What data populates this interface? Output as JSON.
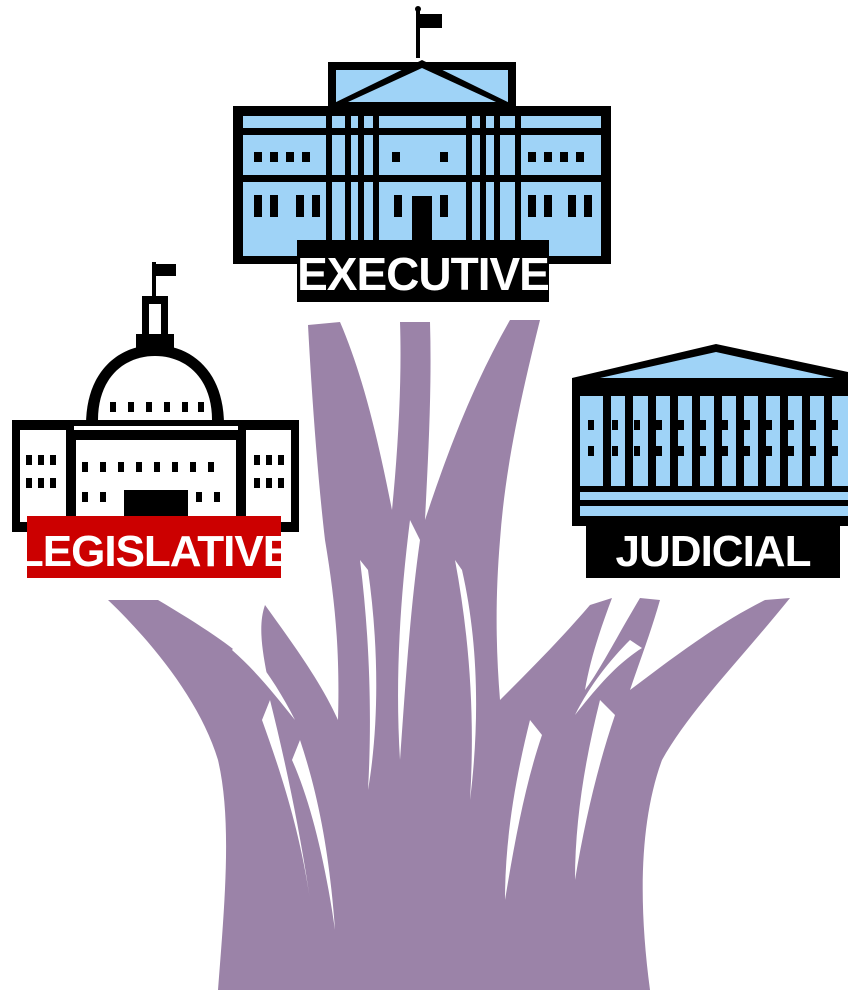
{
  "branches": {
    "executive": {
      "label": "EXECUTIVE",
      "label_bg": "#000000"
    },
    "legislative": {
      "label": "LEGISLATIVE",
      "label_bg": "#cc0000"
    },
    "judicial": {
      "label": "JUDICIAL",
      "label_bg": "#000000"
    }
  },
  "colors": {
    "trunk": "#9b83a8",
    "building_fill": "#9fd3f7",
    "building_outline": "#000000",
    "capitol_fill": "#ffffff"
  },
  "icons": [
    "white-house-icon",
    "capitol-icon",
    "supreme-court-icon",
    "tree-trunk-icon",
    "flag-icon"
  ]
}
